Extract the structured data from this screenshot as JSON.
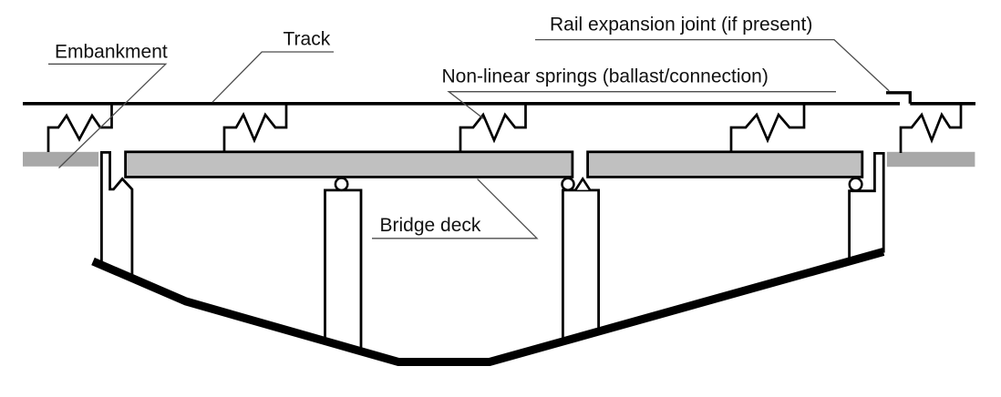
{
  "diagram": {
    "labels": {
      "embankment": "Embankment",
      "track": "Track",
      "rail_expansion_joint": "Rail expansion joint (if present)",
      "nonlinear_springs": "Non-linear springs (ballast/connection)",
      "bridge_deck": "Bridge deck"
    },
    "colors": {
      "line": "#000000",
      "deck_fill": "#c0c0c0",
      "embankment_fill": "#a8a8a8",
      "leader_line": "#4d4d4d",
      "background": "#ffffff"
    },
    "counts": {
      "springs": 5,
      "deck_segments": 2,
      "piers": 2,
      "abutments": 2,
      "roller_bearings": 3,
      "pin_bearings": 2
    }
  }
}
